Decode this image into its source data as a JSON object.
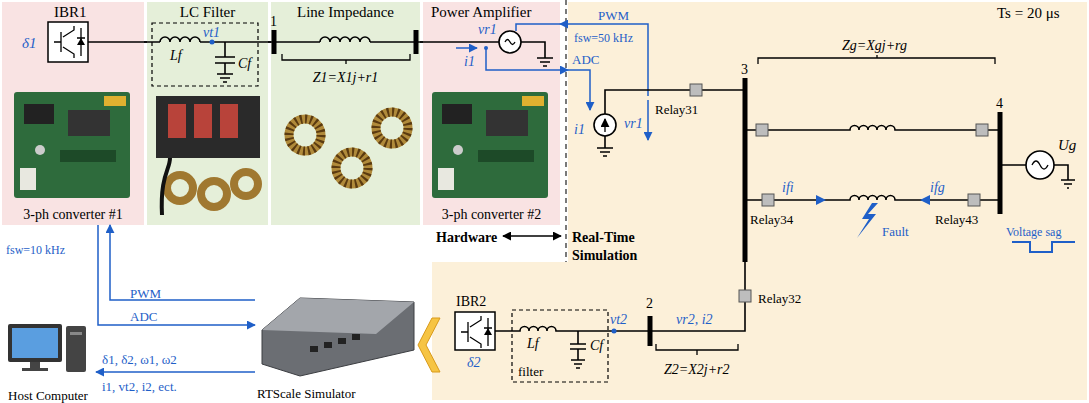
{
  "diagram": {
    "nodes": [
      {
        "text": [
          "IBR1",
          "3-ph converter #1"
        ]
      },
      {
        "text": [
          "LC Filter"
        ]
      },
      {
        "text": [
          "Line Impedance",
          "Z1=X1j+r1"
        ]
      },
      {
        "text": [
          "Power Amplifier",
          "3-ph converter #2"
        ]
      },
      {
        "text": [
          "Ts = 20 μs"
        ]
      },
      {
        "text": [
          "RTScale Simulator"
        ]
      },
      {
        "text": [
          "Host Computer"
        ]
      }
    ],
    "edges": [
      {
        "from": 0,
        "to": 1,
        "arrow": "none"
      },
      {
        "from": 1,
        "to": 2,
        "arrow": "none"
      },
      {
        "from": 2,
        "to": 3,
        "arrow": "none"
      },
      {
        "from": 5,
        "to": 0,
        "label": "PWM",
        "arrow": "to"
      },
      {
        "from": 0,
        "to": 5,
        "label": "ADC",
        "arrow": "to"
      },
      {
        "from": 4,
        "to": 3,
        "label": "PWM",
        "arrow": "to"
      },
      {
        "from": 3,
        "to": 4,
        "label": "ADC",
        "arrow": "to"
      },
      {
        "from": 5,
        "to": 6,
        "arrow": "to"
      },
      {
        "from": 4,
        "to": 5,
        "arrow": "to"
      }
    ],
    "labels": [
      "δ1",
      "Lf",
      "vt1",
      "Cf",
      "1",
      "vr1",
      "i1",
      "fsw=50 kHz",
      "3",
      "vr1",
      "i1",
      "Relay31",
      "Zg=Xgj+rg",
      "4",
      "ifi",
      "ifg",
      "Relay34",
      "Relay43",
      "Fault",
      "Ug",
      "Voltage sag",
      "Hardware",
      "Real-Time Simulation",
      "IBR2",
      "δ2",
      "Lf",
      "Cf",
      "filter",
      "vt2",
      "2",
      "vr2, i2",
      "Z2=X2j+r2",
      "Relay32",
      "δ1, δ2, ω1, ω2",
      "i1, vt2, i2, ect.",
      "fsw=10 kHz"
    ]
  }
}
